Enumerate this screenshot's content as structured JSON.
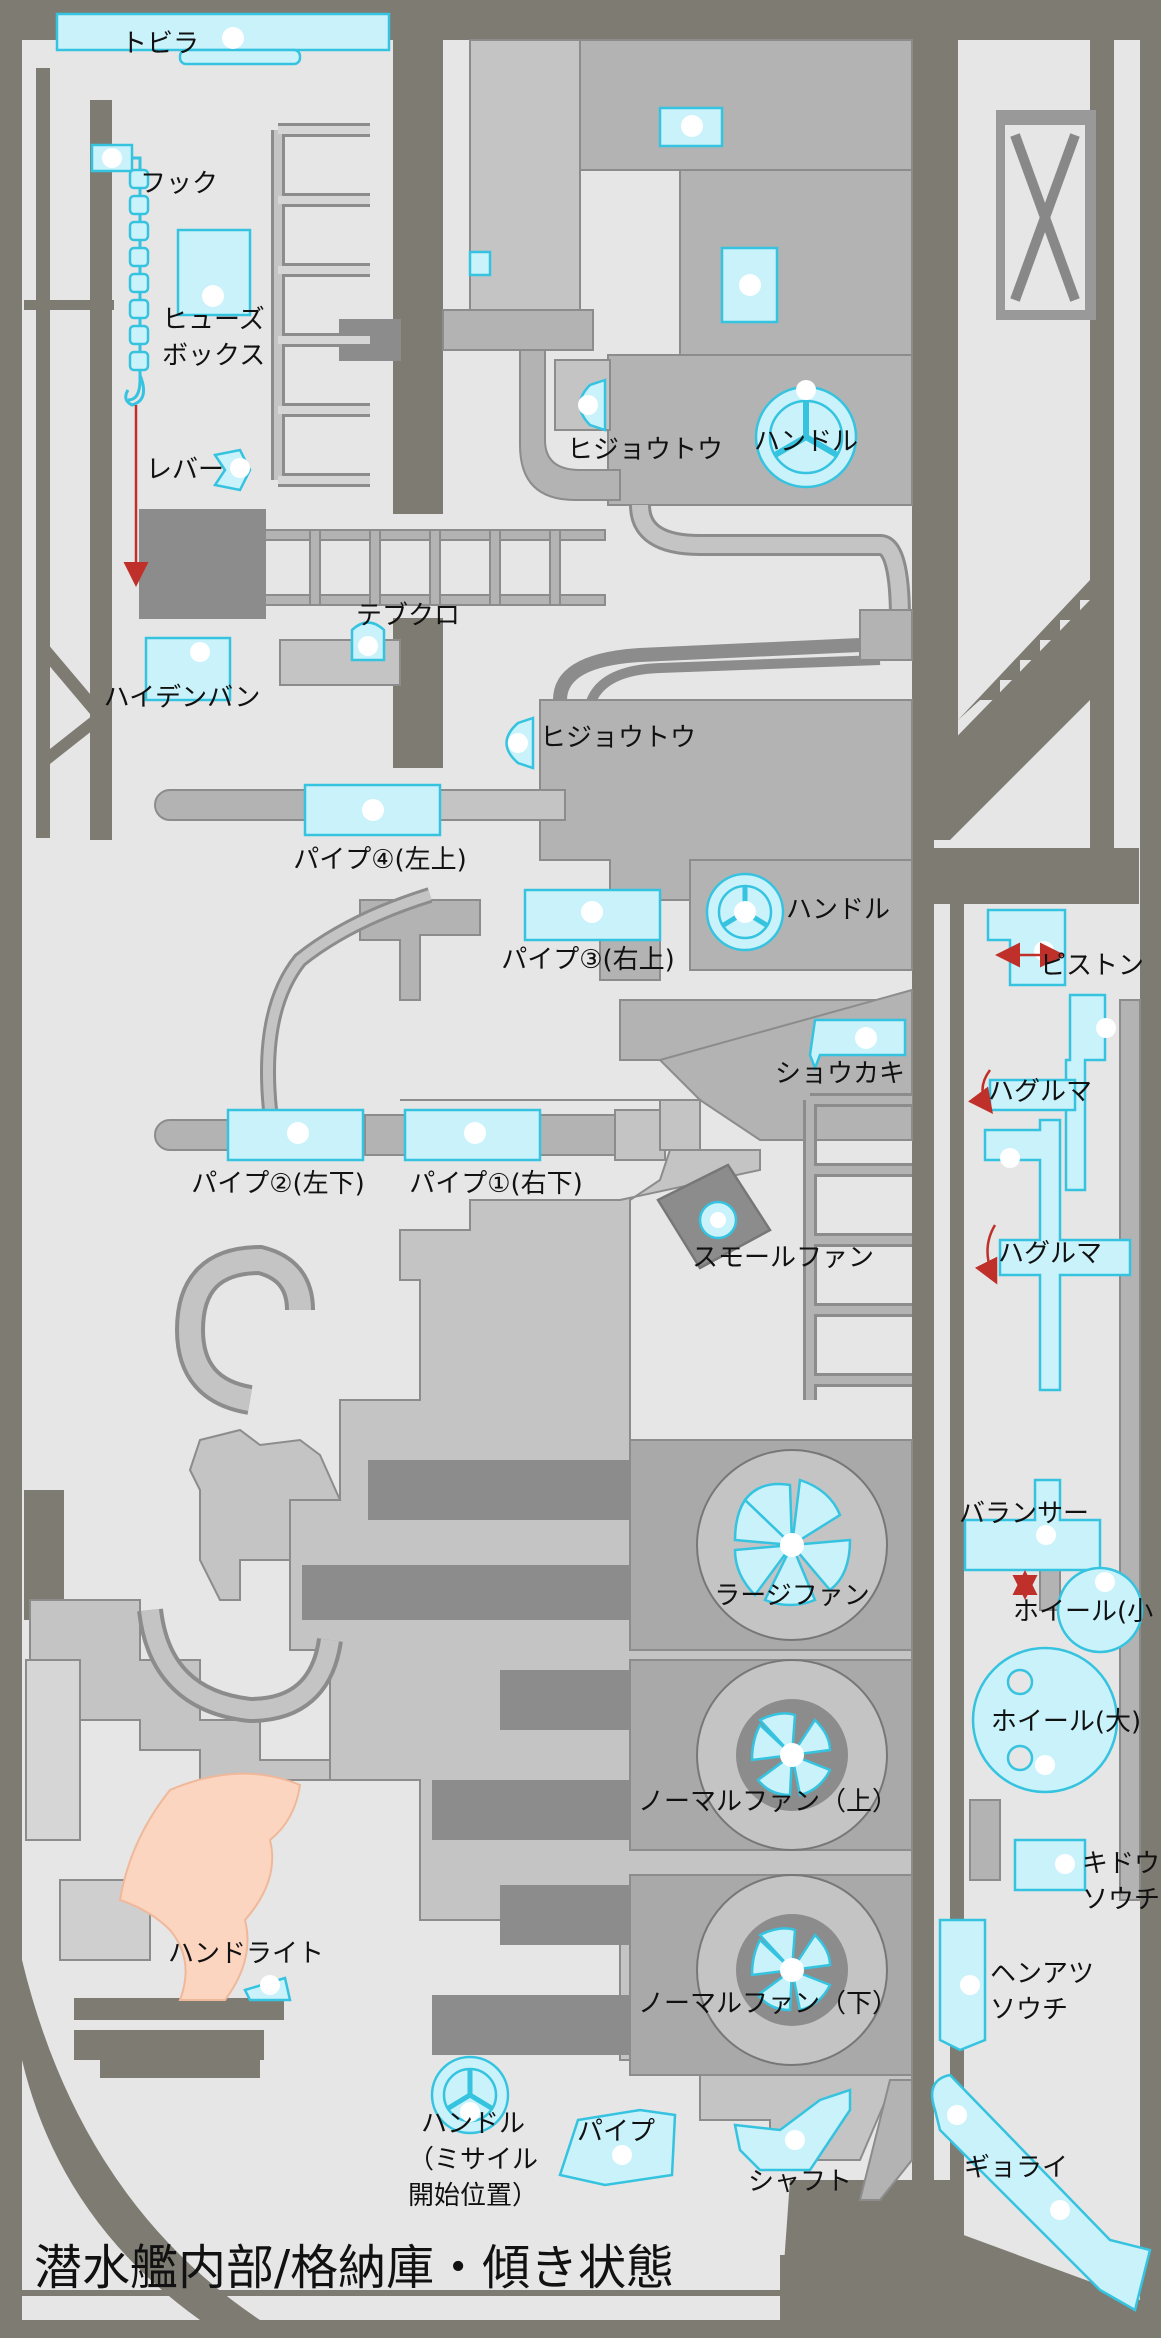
{
  "title": "潜水艦内部/格納庫・傾き状態",
  "colors": {
    "wall": "#7d7b72",
    "floor": "#e6e6e6",
    "machine": "#b3b3b3",
    "machine_dark": "#8c8c8c",
    "item_fill": "#c9f2fb",
    "item_stroke": "#35c3e0",
    "arrow": "#c0302a",
    "handlight": "#fbd5c0"
  },
  "items": [
    {
      "id": "tobira",
      "label": "トビラ",
      "icon": "door-icon"
    },
    {
      "id": "hook",
      "label": "フック",
      "icon": "hook-chain-icon"
    },
    {
      "id": "fuse-box",
      "label": "ヒューズ\nボックス",
      "icon": "fuse-box-icon"
    },
    {
      "id": "lever",
      "label": "レバー",
      "icon": "lever-icon"
    },
    {
      "id": "tebukuro",
      "label": "テブクロ",
      "icon": "glove-icon"
    },
    {
      "id": "haidenban",
      "label": "ハイデンバン",
      "icon": "switchboard-icon"
    },
    {
      "id": "hijoutou-upper",
      "label": "ヒジョウトウ",
      "icon": "emergency-light-icon"
    },
    {
      "id": "handle-upper",
      "label": "ハンドル",
      "icon": "valve-wheel-icon"
    },
    {
      "id": "hijoutou-lower",
      "label": "ヒジョウトウ",
      "icon": "emergency-light-icon"
    },
    {
      "id": "pipe-4",
      "label": "パイプ④(左上)",
      "icon": "pipe-icon"
    },
    {
      "id": "pipe-3",
      "label": "パイプ③(右上)",
      "icon": "pipe-icon"
    },
    {
      "id": "handle-middle",
      "label": "ハンドル",
      "icon": "valve-wheel-icon"
    },
    {
      "id": "shoukaki",
      "label": "ショウカキ",
      "icon": "extinguisher-icon"
    },
    {
      "id": "pipe-2",
      "label": "パイプ②(左下)",
      "icon": "pipe-icon"
    },
    {
      "id": "pipe-1",
      "label": "パイプ①(右下)",
      "icon": "pipe-icon"
    },
    {
      "id": "small-fan",
      "label": "スモールファン",
      "icon": "fan-icon"
    },
    {
      "id": "piston",
      "label": "ピストン",
      "icon": "piston-icon"
    },
    {
      "id": "haguruma-1",
      "label": "ハグルマ",
      "icon": "gear-icon"
    },
    {
      "id": "haguruma-2",
      "label": "ハグルマ",
      "icon": "gear-icon"
    },
    {
      "id": "large-fan",
      "label": "ラージファン",
      "icon": "fan-icon"
    },
    {
      "id": "balancer",
      "label": "バランサー",
      "icon": "balancer-icon"
    },
    {
      "id": "wheel-small",
      "label": "ホイール(小",
      "icon": "wheel-icon"
    },
    {
      "id": "wheel-large",
      "label": "ホイール(大)",
      "icon": "wheel-icon"
    },
    {
      "id": "normal-fan-upper",
      "label": "ノーマルファン（上）",
      "icon": "fan-icon"
    },
    {
      "id": "kidou-souchi",
      "label": "キドウ\nソウチ",
      "icon": "starter-device-icon"
    },
    {
      "id": "normal-fan-lower",
      "label": "ノーマルファン（下）",
      "icon": "fan-icon"
    },
    {
      "id": "handlight",
      "label": "ハンドライト",
      "icon": "flashlight-icon"
    },
    {
      "id": "henatsu-souchi",
      "label": "ヘンアツ\nソウチ",
      "icon": "transformer-icon"
    },
    {
      "id": "handle-missile",
      "label": "ハンドル\n（ミサイル\n開始位置）",
      "icon": "valve-wheel-icon"
    },
    {
      "id": "pipe",
      "label": "パイプ",
      "icon": "pipe-icon"
    },
    {
      "id": "shaft",
      "label": "シャフト",
      "icon": "shaft-icon"
    },
    {
      "id": "gyorai",
      "label": "ギョライ",
      "icon": "torpedo-icon"
    }
  ]
}
